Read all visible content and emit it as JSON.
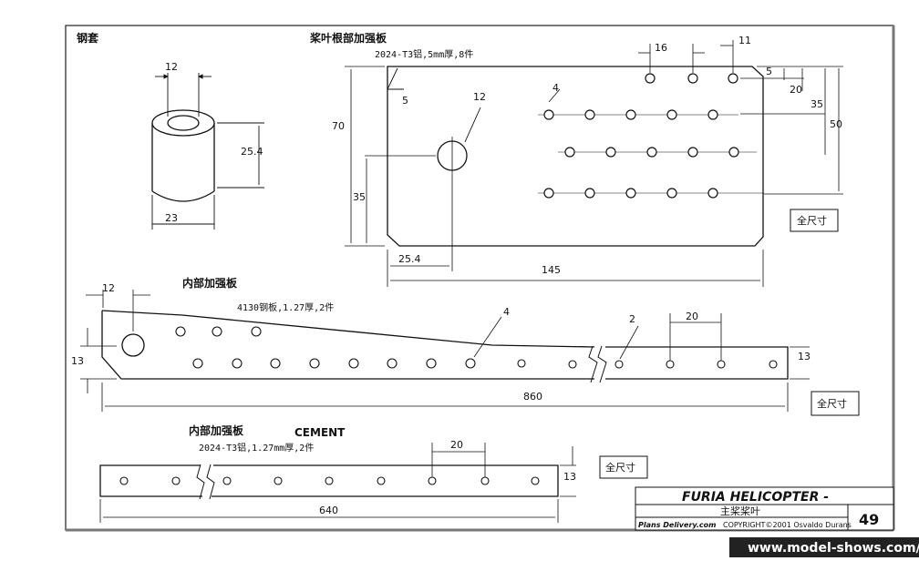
{
  "sections": {
    "sleeve": {
      "title": "钢套",
      "dims": {
        "top": "12",
        "height": "25.4",
        "bottom": "23"
      }
    },
    "root_plate": {
      "title": "桨叶根部加强板",
      "note": "2024-T3铝,5mm厚,8件",
      "dims": {
        "top1": "16",
        "top2": "11",
        "right1": "5",
        "right2": "20",
        "right3": "35",
        "right4": "50",
        "chamfer": "5",
        "hole_big": "12",
        "hole_small": "4",
        "left_h": "70",
        "left_h2": "35",
        "bottom1": "25.4",
        "bottom2": "145"
      },
      "fullsize": "全尺寸"
    },
    "inner1": {
      "title": "内部加强板",
      "note": "4130钢板,1.27厚,2件",
      "dims": {
        "top_left": "12",
        "left": "13",
        "hole": "4",
        "hole2": "2",
        "spacing": "20",
        "right": "13",
        "length": "860"
      },
      "fullsize": "全尺寸"
    },
    "inner2": {
      "title": "内部加强板",
      "ghost": "CEMENT",
      "note": "2024-T3铝,1.27mm厚,2件",
      "dims": {
        "spacing": "20",
        "right": "13",
        "length": "640"
      },
      "fullsize": "全尺寸"
    }
  },
  "title_block": {
    "title": "FURIA HELICOPTER -",
    "subtitle": "主桨桨叶",
    "credit_left": "Plans Delivery.com",
    "credit_right": "COPYRIGHT©2001 Osvaldo Durans",
    "page": "49"
  },
  "watermark": "www.model-shows.com/bbs"
}
